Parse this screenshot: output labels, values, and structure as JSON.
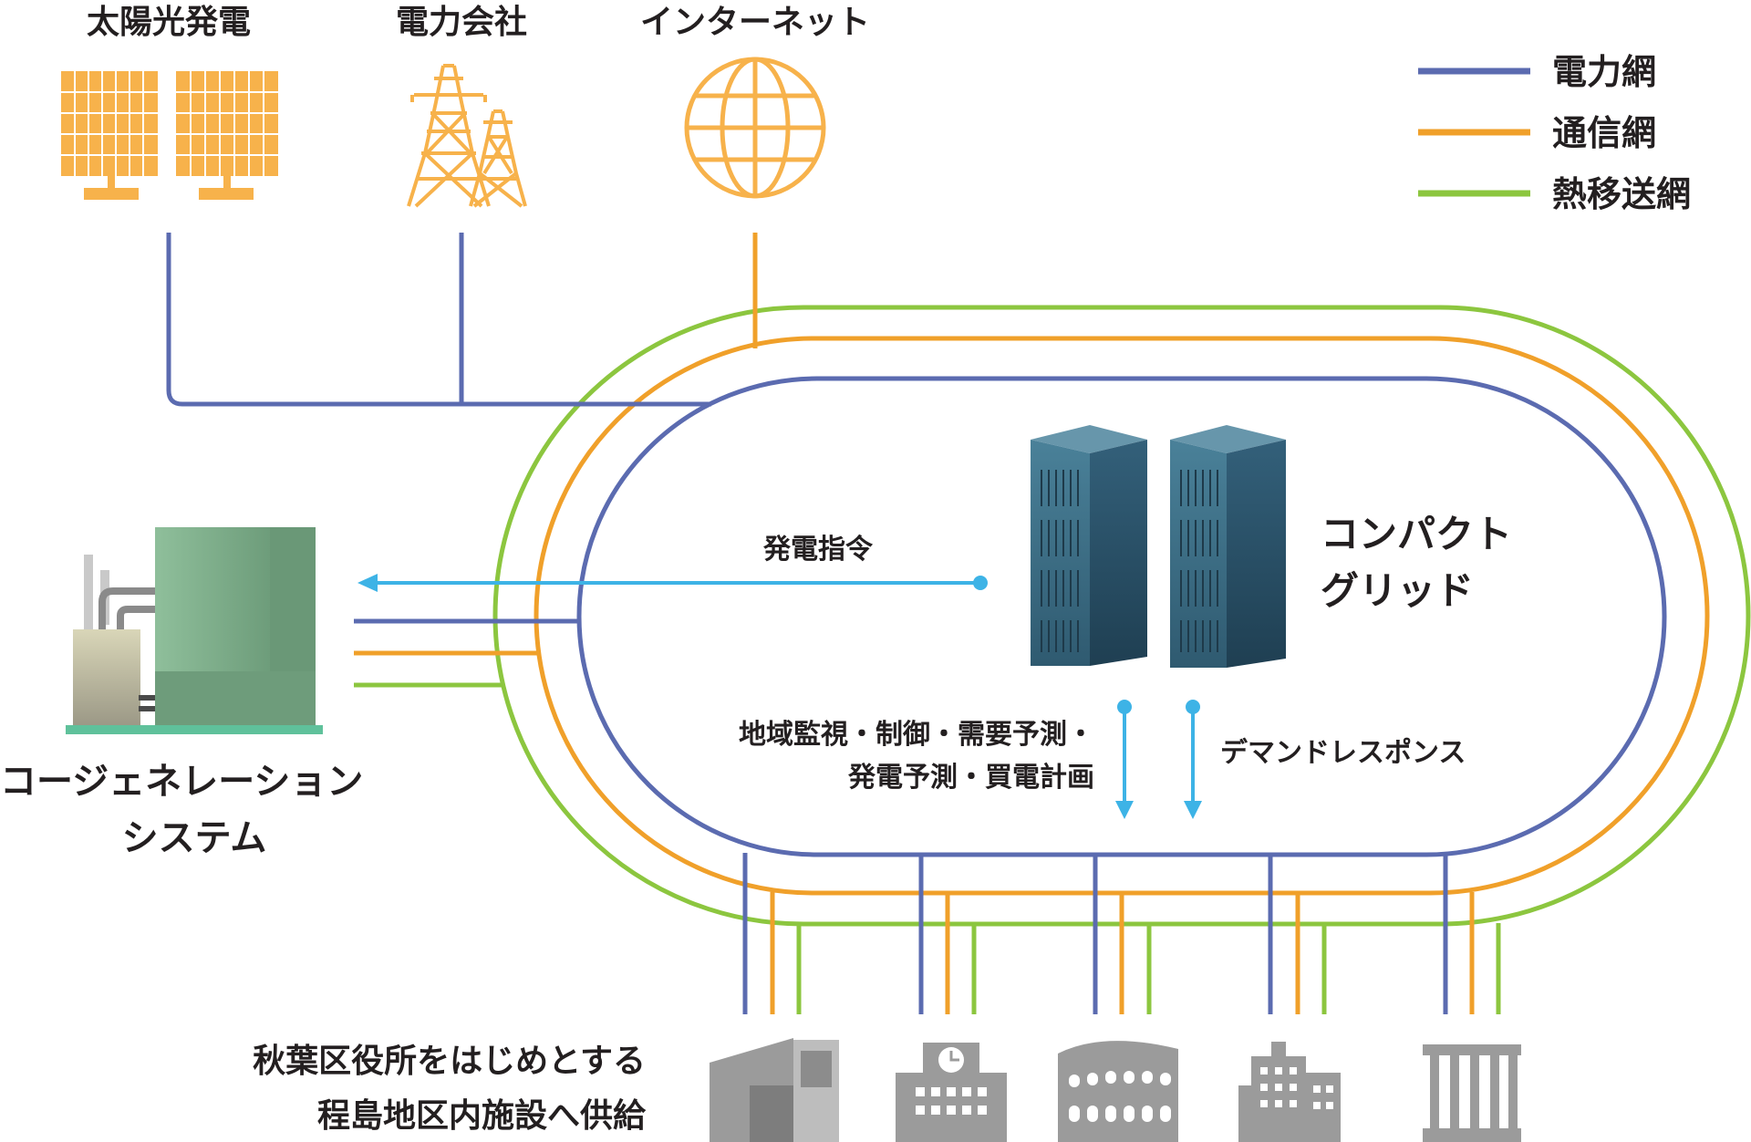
{
  "labels": {
    "solar": "太陽光発電",
    "power_company": "電力会社",
    "internet": "インターネット",
    "cogen_line1": "コージェネレーション",
    "cogen_line2": "システム",
    "grid_line1": "コンパクト",
    "grid_line2": "グリッド",
    "dispatch": "発電指令",
    "monitor_line1": "地域監視・制御・需要予測・",
    "monitor_line2": "発電予測・買電計画",
    "demand_response": "デマンドレスポンス",
    "supply_line1": "秋葉区役所をはじめとする",
    "supply_line2": "程島地区内施設へ供給"
  },
  "legend": [
    {
      "label": "電力網",
      "color": "#5b6bb0"
    },
    {
      "label": "通信網",
      "color": "#f0a02a"
    },
    {
      "label": "熱移送網",
      "color": "#8cc63f"
    }
  ],
  "colors": {
    "power": "#5b6bb0",
    "comm": "#f0a02a",
    "heat": "#8cc63f",
    "command": "#3db3e6",
    "icon_orange": "#f7b24b",
    "building_gray": "#9b9b9b",
    "tower_blue": "#3d6f86",
    "cogen_green": "#7fae8c"
  },
  "icons": [
    "solar-panel-icon",
    "power-tower-icon",
    "globe-icon",
    "server-building-icon",
    "cogeneration-icon",
    "office-building-icon",
    "clock-building-icon",
    "colosseum-icon",
    "city-building-icon",
    "columned-building-icon"
  ]
}
